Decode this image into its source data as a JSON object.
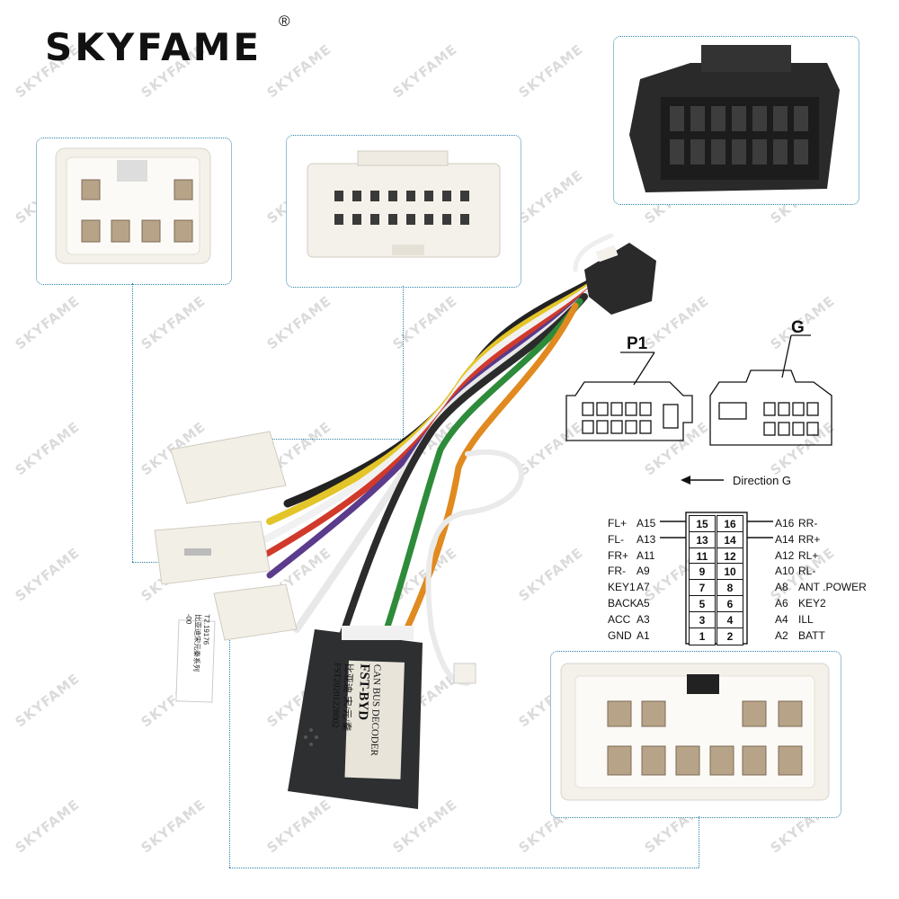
{
  "brand": {
    "name": "SKYFAME",
    "reg_mark": "®",
    "watermark": "SKYFAME",
    "color": "#111111"
  },
  "pinout": {
    "connector_left_label": "P1",
    "connector_right_label": "G",
    "direction_label": "Direction G",
    "left_column": [
      {
        "name": "FL+",
        "pin": "A15",
        "num": "15"
      },
      {
        "name": "FL-",
        "pin": "A13",
        "num": "13"
      },
      {
        "name": "FR+",
        "pin": "A11",
        "num": "11"
      },
      {
        "name": "FR-",
        "pin": "A9",
        "num": "9"
      },
      {
        "name": "KEY1",
        "pin": "A7",
        "num": "7"
      },
      {
        "name": "BACK",
        "pin": "A5",
        "num": "5"
      },
      {
        "name": "ACC",
        "pin": "A3",
        "num": "3"
      },
      {
        "name": "GND",
        "pin": "A1",
        "num": "1"
      }
    ],
    "right_column": [
      {
        "name": "RR-",
        "pin": "A16",
        "num": "16"
      },
      {
        "name": "RR+",
        "pin": "A14",
        "num": "14"
      },
      {
        "name": "RL+",
        "pin": "A12",
        "num": "12"
      },
      {
        "name": "RL-",
        "pin": "A10",
        "num": "10"
      },
      {
        "name": "ANT .POWER",
        "pin": "A8",
        "num": "8"
      },
      {
        "name": "KEY2",
        "pin": "A6",
        "num": "6"
      },
      {
        "name": "ILL",
        "pin": "A4",
        "num": "4"
      },
      {
        "name": "BATT",
        "pin": "A2",
        "num": "2"
      }
    ]
  },
  "decoder_box": {
    "line1": "CAN  BUS  DECODER",
    "line2": "FST-BYD",
    "line3": "比亚迪-宋/元/秦",
    "line4": "FST20201228002"
  },
  "sticker": {
    "line1": "T2.19176",
    "line2": "比亚迪宋元秦系列",
    "line3": "-00"
  },
  "colors": {
    "frame_border": "#2b83a8",
    "connector_black": "#2a2a2a",
    "connector_white": "#f4f1ea",
    "box": "#2d2f31"
  }
}
